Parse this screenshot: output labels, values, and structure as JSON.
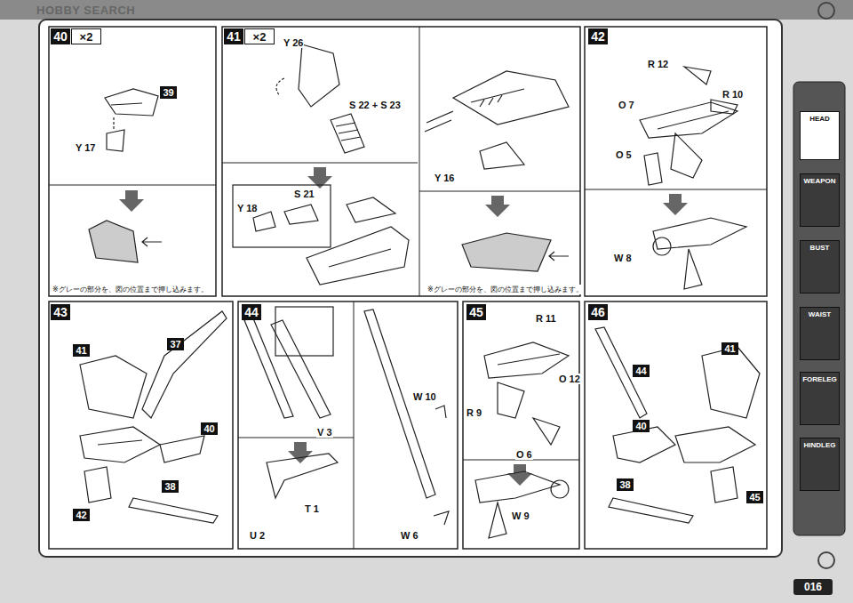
{
  "diagram": {
    "nodes": [
      {
        "text": [
          "40"
        ]
      },
      {
        "text": [
          "×2"
        ]
      },
      {
        "text": [
          "39"
        ]
      },
      {
        "text": [
          "41"
        ]
      },
      {
        "text": [
          "×2"
        ]
      },
      {
        "text": [
          "42"
        ]
      },
      {
        "text": [
          "43"
        ]
      },
      {
        "text": [
          "41"
        ]
      },
      {
        "text": [
          "37"
        ]
      },
      {
        "text": [
          "40"
        ]
      },
      {
        "text": [
          "42"
        ]
      },
      {
        "text": [
          "38"
        ]
      },
      {
        "text": [
          "44"
        ]
      },
      {
        "text": [
          "45"
        ]
      },
      {
        "text": [
          "46"
        ]
      },
      {
        "text": [
          "44"
        ]
      },
      {
        "text": [
          "41"
        ]
      },
      {
        "text": [
          "40"
        ]
      },
      {
        "text": [
          "38"
        ]
      },
      {
        "text": [
          "45"
        ]
      },
      {
        "text": [
          "HEAD"
        ]
      },
      {
        "text": [
          "WEAPON"
        ]
      },
      {
        "text": [
          "BUST"
        ]
      },
      {
        "text": [
          "WAIST"
        ]
      },
      {
        "text": [
          "FORELEG"
        ]
      },
      {
        "text": [
          "HINDLEG"
        ]
      },
      {
        "text": [
          "016"
        ]
      }
    ],
    "labels": [
      "HOBBY SEARCH",
      "Y 17",
      "Y 26",
      "S 22 + S 23",
      "Y 18",
      "S 21",
      "Y 16",
      "※グレーの部分を、図の位置まで押し込みます。",
      "※グレーの部分を、図の位置まで押し込みます。",
      "R 12",
      "O 7",
      "R 10",
      "O 5",
      "W 8",
      "U 2",
      "V 3",
      "T 1",
      "W 10",
      "W 6",
      "R 11",
      "O 12",
      "R 9",
      "O 6",
      "W 9"
    ]
  }
}
